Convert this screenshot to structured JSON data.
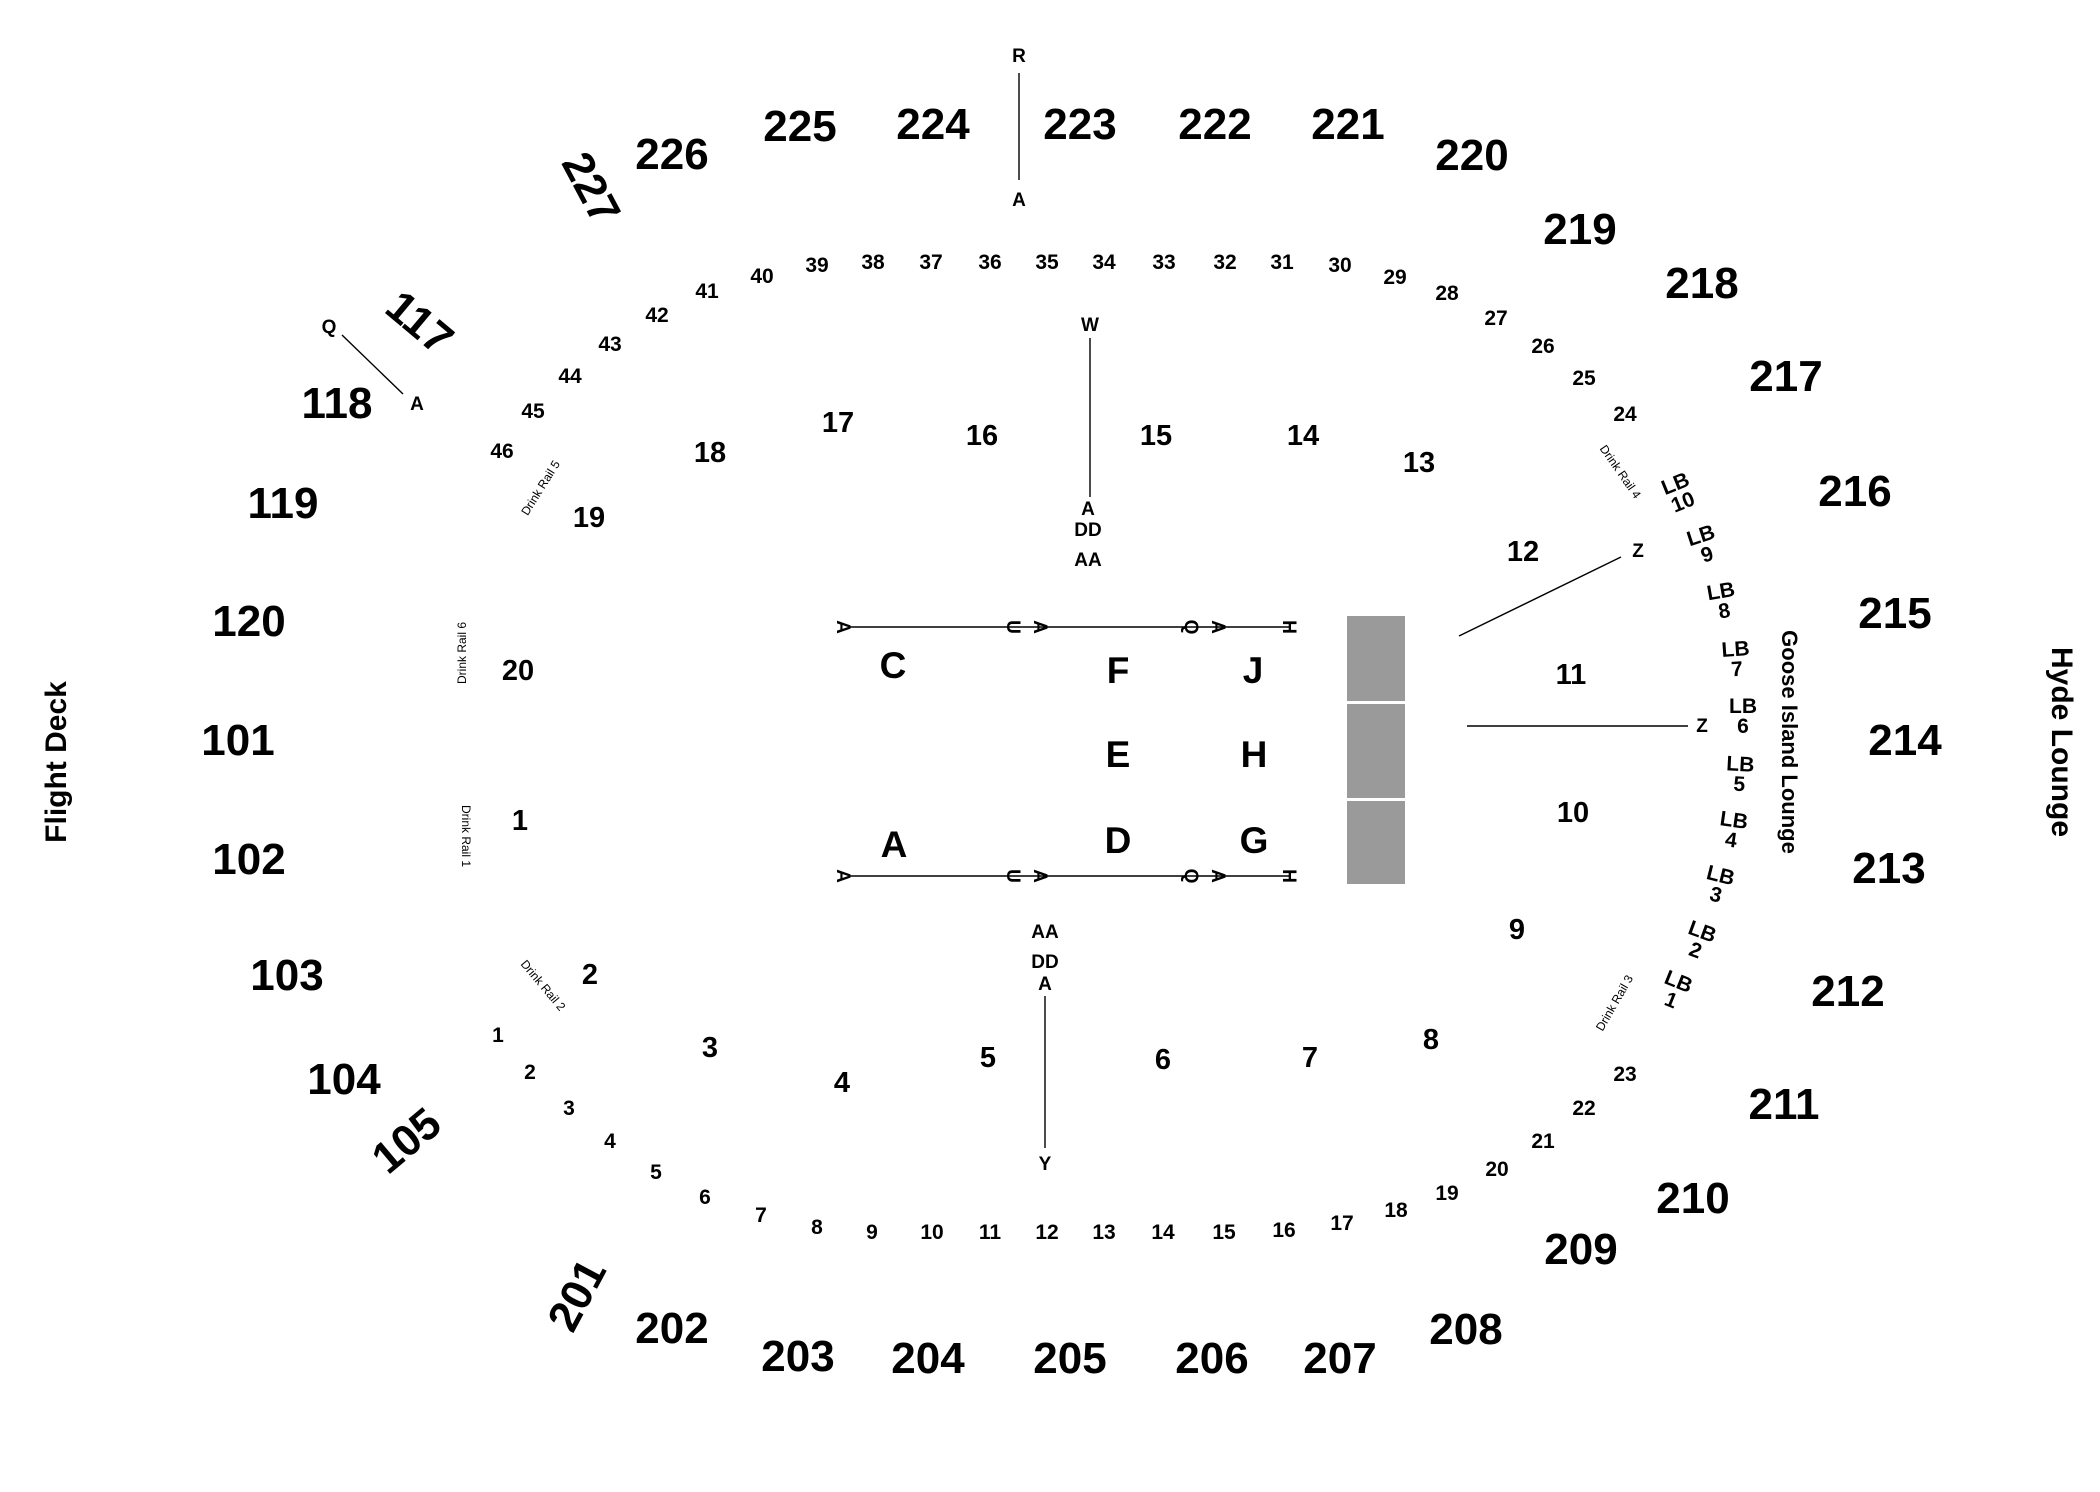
{
  "lounges": {
    "left": "Flight Deck",
    "right": "Hyde Lounge",
    "inner": "Goose Island Lounge"
  },
  "upper_sections": [
    "225",
    "224",
    "223",
    "222",
    "221",
    "226",
    "227",
    "220",
    "219",
    "218",
    "217",
    "216",
    "215",
    "214",
    "213",
    "212",
    "211",
    "210",
    "209",
    "208",
    "207",
    "206",
    "205",
    "204",
    "203",
    "202",
    "201"
  ],
  "lower_sections": [
    "117",
    "118",
    "119",
    "120",
    "101",
    "102",
    "103",
    "104",
    "105"
  ],
  "floor_sections": [
    "1",
    "2",
    "3",
    "4",
    "5",
    "6",
    "7",
    "8",
    "9",
    "10",
    "11",
    "12",
    "13",
    "14",
    "15",
    "16",
    "17",
    "18",
    "19",
    "20"
  ],
  "top_rows": [
    "46",
    "45",
    "44",
    "43",
    "42",
    "41",
    "40",
    "39",
    "38",
    "37",
    "36",
    "35",
    "34",
    "33",
    "32",
    "31",
    "30",
    "29",
    "28",
    "27",
    "26",
    "25",
    "24"
  ],
  "bottom_rows": [
    "1",
    "2",
    "3",
    "4",
    "5",
    "6",
    "7",
    "8",
    "9",
    "10",
    "11",
    "12",
    "13",
    "14",
    "15",
    "16",
    "17",
    "18",
    "19",
    "20",
    "21",
    "22",
    "23"
  ],
  "floor_letters": [
    "C",
    "F",
    "J",
    "E",
    "H",
    "A",
    "D",
    "G"
  ],
  "drink_rails": [
    "Drink Rail 1",
    "Drink Rail 2",
    "Drink Rail 3",
    "Drink Rail 4",
    "Drink Rail 5",
    "Drink Rail 6"
  ],
  "lb_boxes": [
    {
      "lb": "LB",
      "num": "1"
    },
    {
      "lb": "LB",
      "num": "2"
    },
    {
      "lb": "LB",
      "num": "3"
    },
    {
      "lb": "LB",
      "num": "4"
    },
    {
      "lb": "LB",
      "num": "5"
    },
    {
      "lb": "LB",
      "num": "6"
    },
    {
      "lb": "LB",
      "num": "7"
    },
    {
      "lb": "LB",
      "num": "8"
    },
    {
      "lb": "LB",
      "num": "9"
    },
    {
      "lb": "LB",
      "num": "10"
    }
  ],
  "row_markers": {
    "r": "R",
    "a": "A",
    "q": "Q",
    "w": "W",
    "dd": "DD",
    "aa": "AA",
    "y": "Y",
    "z": "Z",
    "u": "U",
    "h": "H"
  }
}
